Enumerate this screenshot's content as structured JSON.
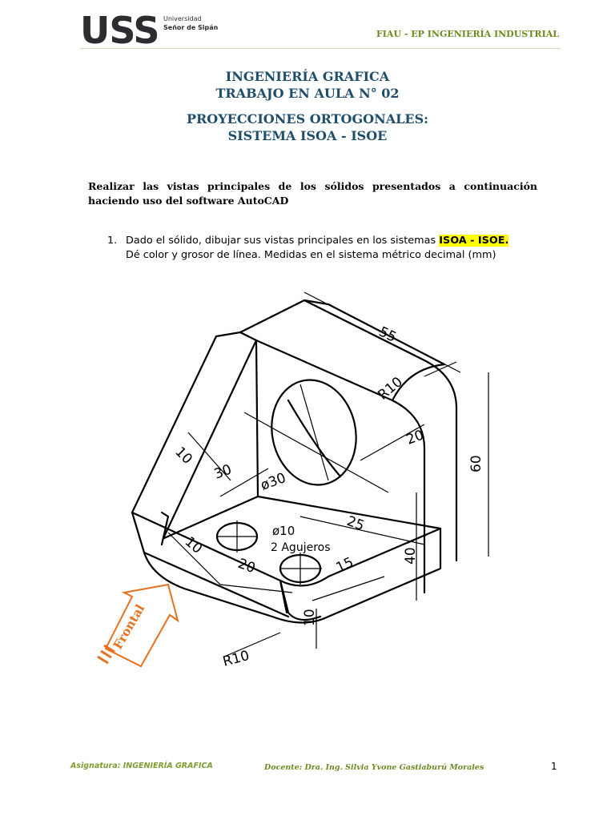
{
  "header": {
    "logo_mark": "USS",
    "logo_line1": "Universidad",
    "logo_line2": "Señor de Sipán",
    "unit": "FIAU - EP INGENIERÍA INDUSTRIAL"
  },
  "titles": {
    "line1": "INGENIERÍA GRAFICA",
    "line2": "TRABAJO EN AULA N° 02",
    "line3": "PROYECCIONES ORTOGONALES:",
    "line4": "SISTEMA ISOA - ISOE"
  },
  "intro": "Realizar las vistas principales de los sólidos presentados a continuación haciendo uso del software AutoCAD",
  "item1": {
    "number": "1.",
    "text_before": "Dado el sólido, dibujar sus vistas principales en los sistemas ",
    "highlight": "ISOA - ISOE",
    "period": ".",
    "line2": "Dé color y grosor de línea. Medidas en el sistema métrico decimal (mm)"
  },
  "drawing": {
    "dims": {
      "d55": "55",
      "r10_top": "R10",
      "d20": "20",
      "d60": "60",
      "d10_rib": "10",
      "d30": "30",
      "phi30": "ø30",
      "d25": "25",
      "d40": "40",
      "phi10": "ø10",
      "agujeros": "2 Agujeros",
      "d10_base": "10",
      "d20_base": "20",
      "d15": "15",
      "d10_thick": "10",
      "r10_bottom": "R10"
    },
    "arrow_label": "Frontal",
    "arrow_color": "#e8711d"
  },
  "footer": {
    "subject": "Asignatura: INGENIERÍA GRAFICA",
    "teacher": "Docente: Dra. Ing. Silvia Yvone Gastiaburú Morales",
    "page": "1"
  }
}
